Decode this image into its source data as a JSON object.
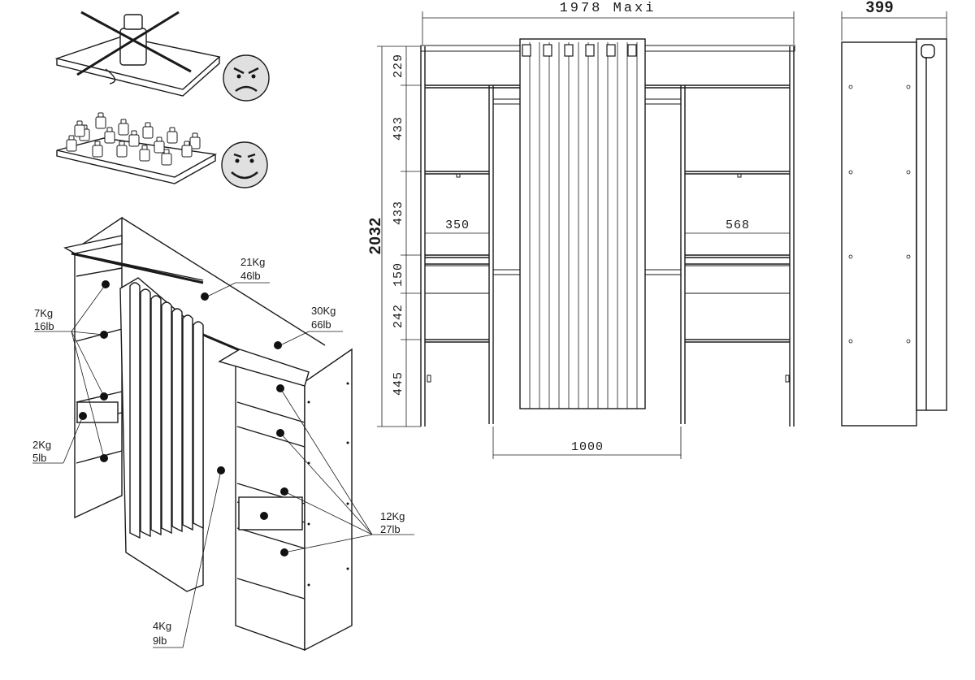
{
  "dimensions": {
    "total_width": "1978 Maxi",
    "depth": "399",
    "height": "2032",
    "rows": [
      "229",
      "433",
      "433",
      "150",
      "242",
      "445"
    ],
    "left_column_width": "350",
    "right_column_width": "568",
    "center_width": "1000"
  },
  "load_labels": {
    "top_shelf": {
      "kg": "21Kg",
      "lb": "46lb"
    },
    "rail": {
      "kg": "30Kg",
      "lb": "66lb"
    },
    "left_shelf": {
      "kg": "7Kg",
      "lb": "16lb"
    },
    "left_drawer": {
      "kg": "2Kg",
      "lb": "5lb"
    },
    "right_shelf": {
      "kg": "12Kg",
      "lb": "27lb"
    },
    "right_drawer": {
      "kg": "4Kg",
      "lb": "9lb"
    }
  },
  "icons": [
    "point-load-forbidden-icon",
    "angry-face-icon",
    "distributed-load-icon",
    "happy-face-icon"
  ]
}
